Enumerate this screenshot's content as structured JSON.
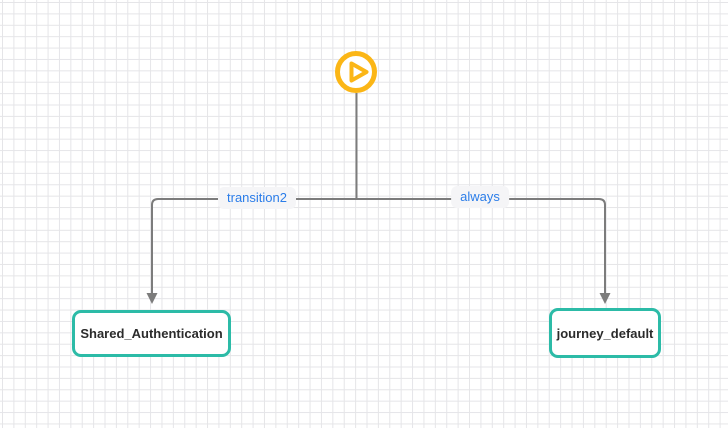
{
  "canvas": {
    "type": "journey-flow-diagram"
  },
  "start_node": {
    "icon": "play-icon"
  },
  "edges": [
    {
      "label": "transition2",
      "from": "start",
      "to": "Shared_Authentication"
    },
    {
      "label": "always",
      "from": "start",
      "to": "journey_default"
    }
  ],
  "nodes": [
    {
      "label": "Shared_Authentication"
    },
    {
      "label": "journey_default"
    }
  ],
  "colors": {
    "start_icon": "#fbb616",
    "connector": "#7c7c7c",
    "edge_label_text": "#2b7de9",
    "edge_label_bg": "#f5f5f7",
    "node_border": "#2cbba7",
    "node_text": "#2b2b2b",
    "grid_line": "#e5e5e8",
    "background": "#ffffff"
  }
}
